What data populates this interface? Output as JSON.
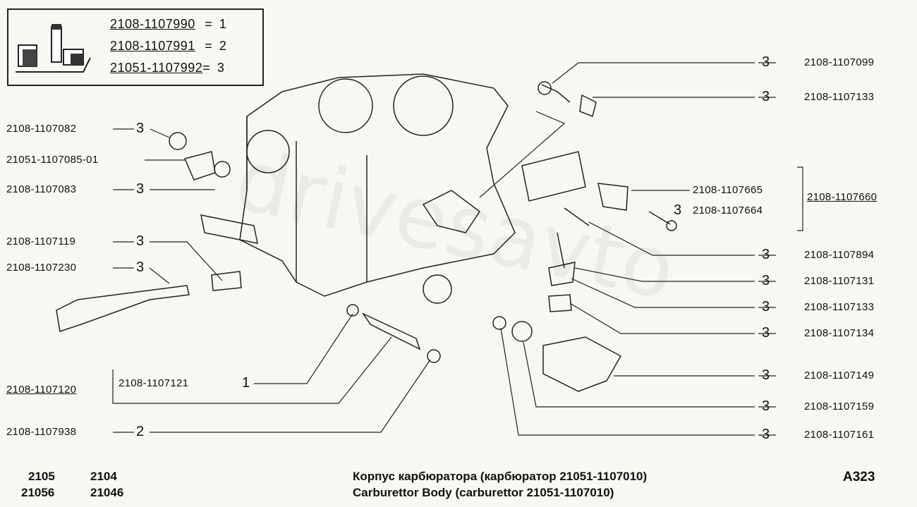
{
  "legend": {
    "rows": [
      {
        "code": "2108-1107990",
        "eq": "=",
        "val": "1"
      },
      {
        "code": "2108-1107991",
        "eq": "=",
        "val": "2"
      },
      {
        "code": "21051-1107992",
        "eq": "=",
        "val": "3"
      }
    ]
  },
  "watermark": "drivesavto",
  "left_labels": [
    {
      "code": "2108-1107082",
      "qty": "3"
    },
    {
      "code": "21051-1107085-01",
      "qty": ""
    },
    {
      "code": "2108-1107083",
      "qty": "3"
    },
    {
      "code": "2108-1107119",
      "qty": "3"
    },
    {
      "code": "2108-1107230",
      "qty": "3"
    },
    {
      "code": "2108-1107120",
      "qty": ""
    },
    {
      "code": "2108-1107121",
      "qty": "1"
    },
    {
      "code": "2108-1107938",
      "qty": "2"
    }
  ],
  "right_labels": [
    {
      "code": "2108-1107099",
      "qty": "3"
    },
    {
      "code": "2108-1107133",
      "qty": "3"
    },
    {
      "code": "2108-1107665",
      "qty": ""
    },
    {
      "code": "2108-1107660",
      "qty": ""
    },
    {
      "code": "2108-1107664",
      "qty": "3"
    },
    {
      "code": "2108-1107894",
      "qty": "3"
    },
    {
      "code": "2108-1107131",
      "qty": "3"
    },
    {
      "code": "2108-1107133",
      "qty": "3"
    },
    {
      "code": "2108-1107134",
      "qty": "3"
    },
    {
      "code": "2108-1107149",
      "qty": "3"
    },
    {
      "code": "2108-1107159",
      "qty": "3"
    },
    {
      "code": "2108-1107161",
      "qty": "3"
    }
  ],
  "footer": {
    "models": [
      "2105",
      "2104",
      "21056",
      "21046"
    ],
    "title_ru": "Корпус карбюратора (карбюратор 21051-1107010)",
    "title_en": "Carburettor Body (carburettor 21051-1107010)",
    "page_code": "A323"
  }
}
